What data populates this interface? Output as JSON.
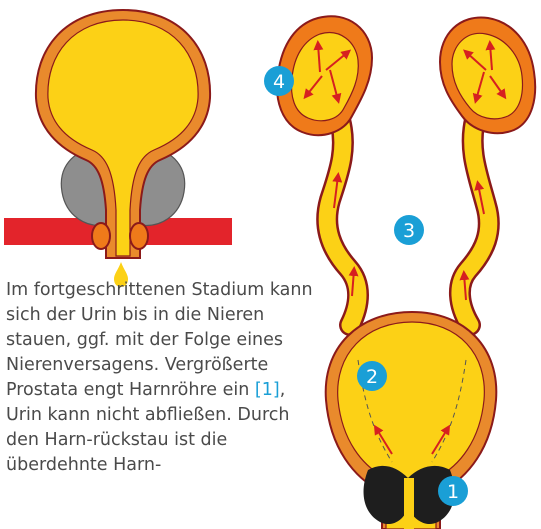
{
  "caption": {
    "part1": "Im fortgeschrittenen Stadium kann sich der Urin bis in die Nieren stauen, ggf. mit der Folge eines Nierenversagens. Vergrößerte Prostata engt Harnröhre ein ",
    "ref": "[1]",
    "part2": ", Urin kann nicht abfließen. Durch den Harn-rückstau ist die überdehnte Harn-"
  },
  "markers": [
    "1",
    "2",
    "3",
    "4"
  ],
  "colors": {
    "urine": "#fcd116",
    "kidney_outer": "#ef7a1a",
    "bladder_wall": "#e98a2c",
    "prostate": "#8e8e8e",
    "urethra_band": "#e3242b",
    "marker": "#1a9fd6",
    "outline": "#8b1a1a",
    "arrow": "#d62020"
  }
}
